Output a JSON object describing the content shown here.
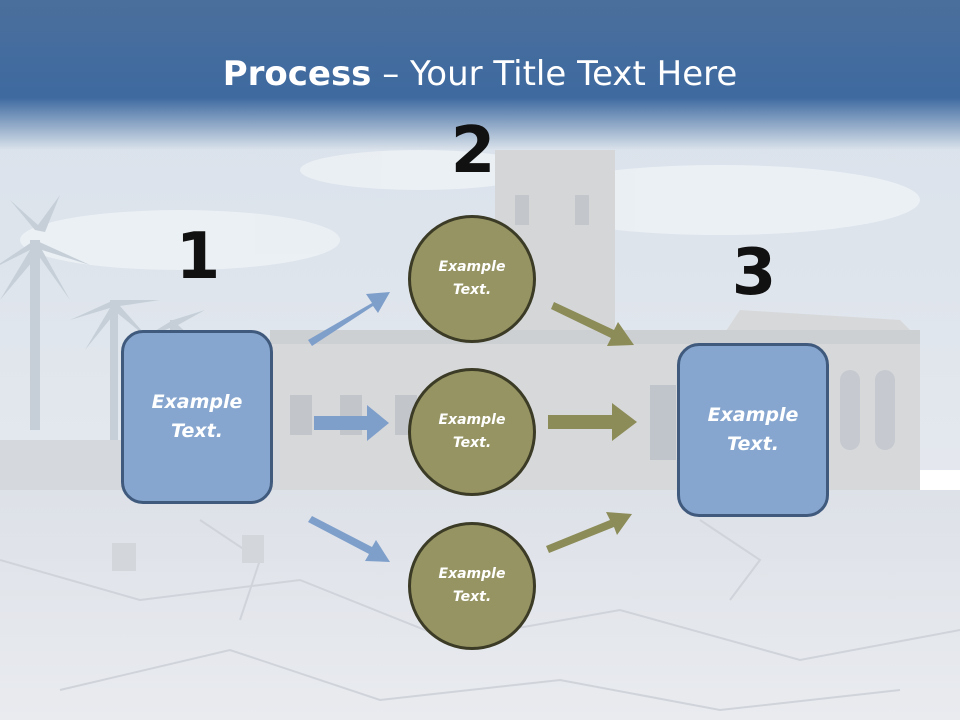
{
  "slide": {
    "title_bold": "Process",
    "title_rest": " – Your Title Text Here"
  },
  "steps": [
    {
      "number": "1",
      "text": "Example Text."
    },
    {
      "number": "2",
      "text": "Example Text."
    },
    {
      "number": "3",
      "text": "Example Text."
    }
  ],
  "circles": [
    {
      "text": "Example Text."
    },
    {
      "text": "Example Text."
    },
    {
      "text": "Example Text."
    }
  ],
  "colors": {
    "header": "#3e6aa0",
    "box_fill": "#86a6cf",
    "box_border": "#3f5a7d",
    "circle_fill": "#969462",
    "circle_border": "#3b3b26",
    "arrow_blue": "#7f9fcb",
    "arrow_olive": "#8c8c58"
  }
}
